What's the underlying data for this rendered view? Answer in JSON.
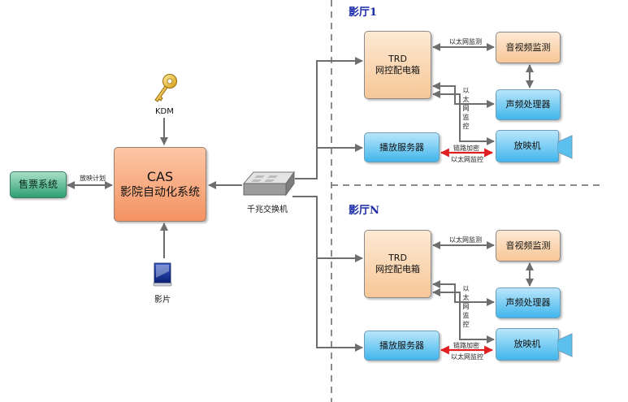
{
  "hall_1": "影厅1",
  "hall_n": "影厅N",
  "ticket_system": "售票系统",
  "schedule_label": "放映计划",
  "cas": {
    "line1": "CAS",
    "line2": "影院自动化系统"
  },
  "kdm_label": "KDM",
  "film_label": "影片",
  "switch_label": "千兆交换机",
  "trd": {
    "line1": "TRD",
    "line2": "网控配电箱"
  },
  "av_monitor": "音视频监测",
  "audio_processor": "声频处理器",
  "play_server": "播放服务器",
  "projector": "放映机",
  "eth_monitor_label": "以太网监测",
  "eth_control_vertical": "以太网监控",
  "link_encrypt": "链路加密",
  "eth_control": "以太网监控",
  "colors": {
    "link_red": "#e02020",
    "hall_title": "#1a2aa8",
    "wire": "#6e6e6e"
  }
}
